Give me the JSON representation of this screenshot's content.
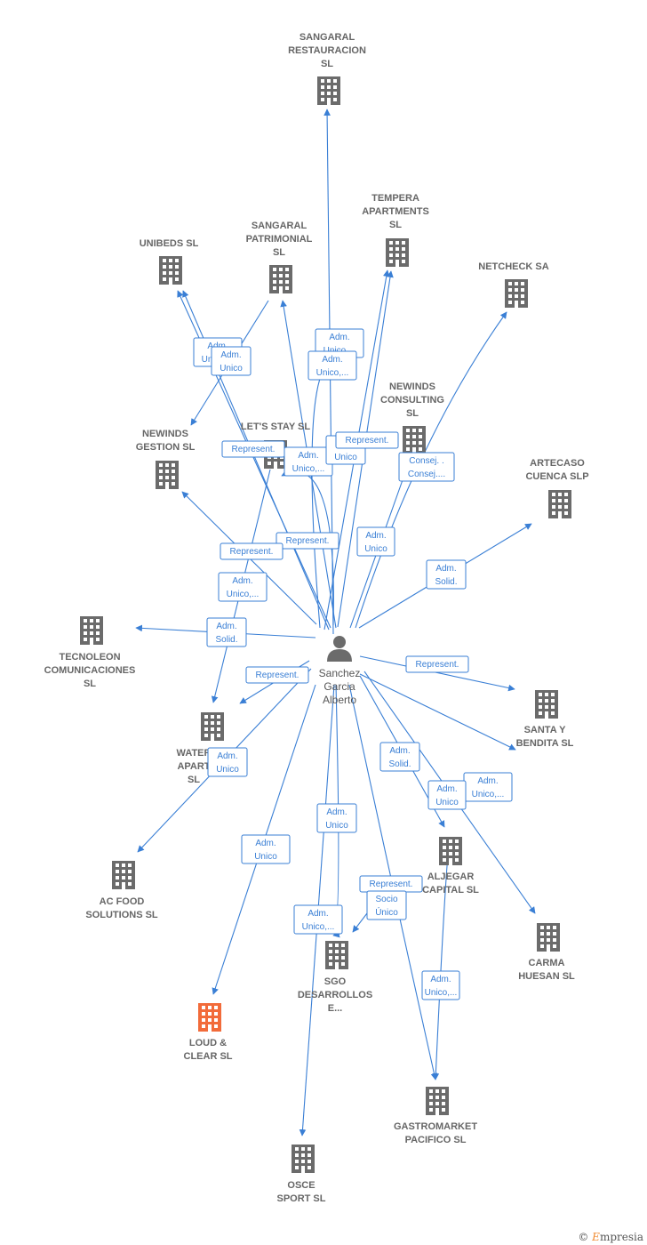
{
  "colors": {
    "edge": "#3a7fd5",
    "building": "#6b6b6b",
    "building_highlight": "#f26b3a",
    "label": "#666666"
  },
  "person": {
    "name": "Sanchez Garcia Alberto",
    "icon": "person-icon"
  },
  "companies": [
    {
      "id": "sangaral-restauracion",
      "name": "SANGARAL RESTAURACION SL",
      "icon": "building-icon"
    },
    {
      "id": "tempera-apartments",
      "name": "TEMPERA APARTMENTS SL",
      "icon": "building-icon"
    },
    {
      "id": "sangaral-patrimonial",
      "name": "SANGARAL PATRIMONIAL SL",
      "icon": "building-icon"
    },
    {
      "id": "unibeds",
      "name": "UNIBEDS SL",
      "icon": "building-icon"
    },
    {
      "id": "netcheck",
      "name": "NETCHECK SA",
      "icon": "building-icon"
    },
    {
      "id": "newinds-consulting",
      "name": "NEWINDS CONSULTING SL",
      "icon": "building-icon"
    },
    {
      "id": "lets-stay",
      "name": "LET'S STAY SL",
      "icon": "building-icon"
    },
    {
      "id": "newinds-gestion",
      "name": "NEWINDS GESTION SL",
      "icon": "building-icon"
    },
    {
      "id": "artecaso",
      "name": "ARTECASO CUENCA SLP",
      "icon": "building-icon"
    },
    {
      "id": "tecnoleon",
      "name": "TECNOLEON COMUNICACIONES SL",
      "icon": "building-icon"
    },
    {
      "id": "water-apart",
      "name": "WATER APART SL",
      "icon": "building-icon"
    },
    {
      "id": "santa-bendita",
      "name": "SANTA Y BENDITA SL",
      "icon": "building-icon"
    },
    {
      "id": "ac-food",
      "name": "AC FOOD SOLUTIONS SL",
      "icon": "building-icon"
    },
    {
      "id": "aljegar",
      "name": "ALJEGAR CAPITAL SL",
      "icon": "building-icon"
    },
    {
      "id": "carma-huesan",
      "name": "CARMA HUESAN SL",
      "icon": "building-icon"
    },
    {
      "id": "sgo",
      "name": "SGO DESARROLLOS E...",
      "icon": "building-icon"
    },
    {
      "id": "loud-clear",
      "name": "LOUD & CLEAR SL",
      "icon": "building-icon",
      "highlight": true
    },
    {
      "id": "gastromarket",
      "name": "GASTROMARKET PACIFICO SL",
      "icon": "building-icon"
    },
    {
      "id": "osce",
      "name": "OSCE SPORT SL",
      "icon": "building-icon"
    }
  ],
  "edge_labels": [
    {
      "text": [
        "Adm.",
        "Unico,..."
      ]
    },
    {
      "text": [
        "Adm.",
        "Unico"
      ]
    },
    {
      "text": [
        "Adm.",
        "Unico,..."
      ]
    },
    {
      "text": [
        "Adm.",
        "Unico,..."
      ]
    },
    {
      "text": [
        "Represent."
      ]
    },
    {
      "text": [
        "Adm.",
        "Unico,..."
      ]
    },
    {
      "text": [
        "Adm.",
        "Unico"
      ]
    },
    {
      "text": [
        "Represent."
      ]
    },
    {
      "text": [
        "Consej. .",
        "Consej...."
      ]
    },
    {
      "text": [
        "Represent."
      ]
    },
    {
      "text": [
        "Represent."
      ]
    },
    {
      "text": [
        "Adm.",
        "Unico"
      ]
    },
    {
      "text": [
        "Adm.",
        "Solid."
      ]
    },
    {
      "text": [
        "Adm.",
        "Unico,..."
      ]
    },
    {
      "text": [
        "Adm.",
        "Solid."
      ]
    },
    {
      "text": [
        "Represent."
      ]
    },
    {
      "text": [
        "Represent."
      ]
    },
    {
      "text": [
        "Adm.",
        "Unico"
      ]
    },
    {
      "text": [
        "Adm.",
        "Solid."
      ]
    },
    {
      "text": [
        "Adm.",
        "Unico,..."
      ]
    },
    {
      "text": [
        "Adm.",
        "Unico"
      ]
    },
    {
      "text": [
        "Adm.",
        "Unico"
      ]
    },
    {
      "text": [
        "Adm.",
        "Unico,..."
      ]
    },
    {
      "text": [
        "Represent."
      ]
    },
    {
      "text": [
        "Socio",
        "Único"
      ]
    },
    {
      "text": [
        "Adm.",
        "Unico,..."
      ]
    },
    {
      "text": [
        "Adm.",
        "Unico"
      ]
    }
  ],
  "watermark": {
    "copyright": "©",
    "brand_initial": "E",
    "brand_rest": "mpresia"
  }
}
